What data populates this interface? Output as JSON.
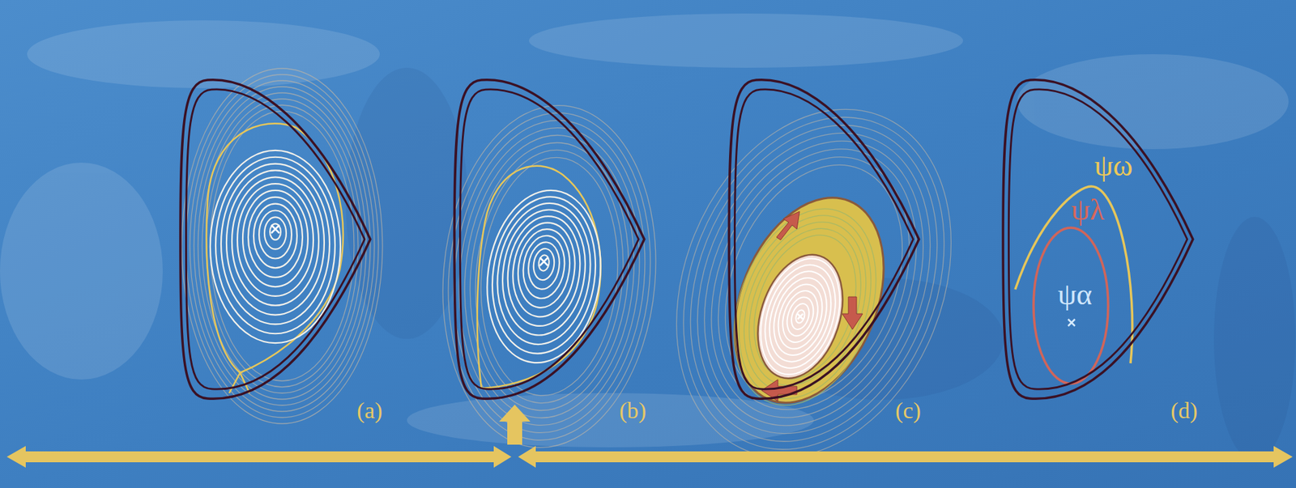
{
  "diagram": {
    "labels": [
      "(a)",
      "(b)",
      "(c)",
      "(d)",
      "ψω",
      "ψλ",
      "ψα"
    ]
  }
}
